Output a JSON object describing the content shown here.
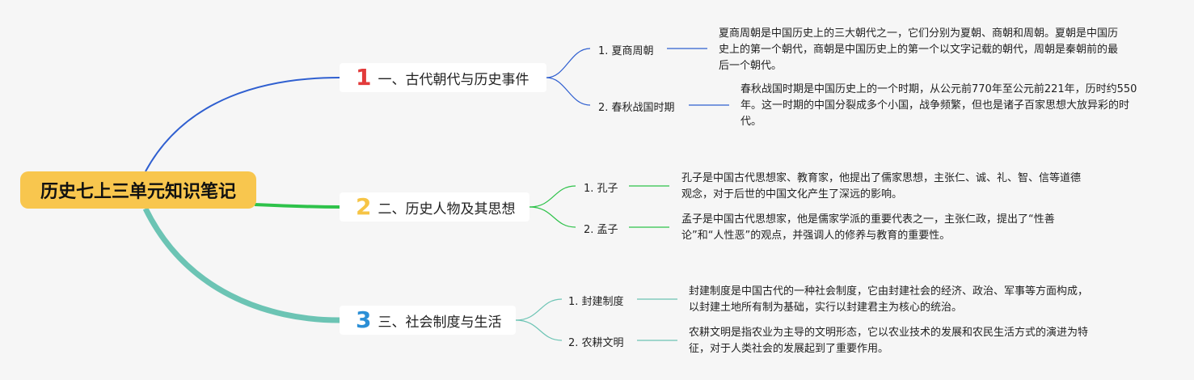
{
  "root": {
    "title": "历史七上三单元知识笔记"
  },
  "colors": {
    "root_bg": "#f8c64e",
    "branch1": "#2f5fd0",
    "branch2": "#2ec24a",
    "branch3": "#6cc4b4",
    "num1": "#e23b3b",
    "num2": "#f6c445",
    "num3": "#2b8fd6"
  },
  "branches": [
    {
      "num": "1",
      "label": "一、古代朝代与历史事件",
      "items": [
        {
          "label": "1. 夏商周朝",
          "desc": "夏商周朝是中国历史上的三大朝代之一，它们分别为夏朝、商朝和周朝。夏朝是中国历史上的第一个朝代，商朝是中国历史上的第一个以文字记载的朝代，周朝是秦朝前的最后一个朝代。"
        },
        {
          "label": "2. 春秋战国时期",
          "desc": "春秋战国时期是中国历史上的一个时期，从公元前770年至公元前221年，历时约550年。这一时期的中国分裂成多个小国，战争频繁，但也是诸子百家思想大放异彩的时代。"
        }
      ]
    },
    {
      "num": "2",
      "label": "二、历史人物及其思想",
      "items": [
        {
          "label": "1. 孔子",
          "desc": "孔子是中国古代思想家、教育家，他提出了儒家思想，主张仁、诚、礼、智、信等道德观念，对于后世的中国文化产生了深远的影响。"
        },
        {
          "label": "2. 孟子",
          "desc": "孟子是中国古代思想家，他是儒家学派的重要代表之一，主张仁政，提出了“性善论”和“人性恶”的观点，并强调人的修养与教育的重要性。"
        }
      ]
    },
    {
      "num": "3",
      "label": "三、社会制度与生活",
      "items": [
        {
          "label": "1. 封建制度",
          "desc": "封建制度是中国古代的一种社会制度，它由封建社会的经济、政治、军事等方面构成，以封建土地所有制为基础，实行以封建君主为核心的统治。"
        },
        {
          "label": "2. 农耕文明",
          "desc": "农耕文明是指农业为主导的文明形态，它以农业技术的发展和农民生活方式的演进为特征，对于人类社会的发展起到了重要作用。"
        }
      ]
    }
  ]
}
